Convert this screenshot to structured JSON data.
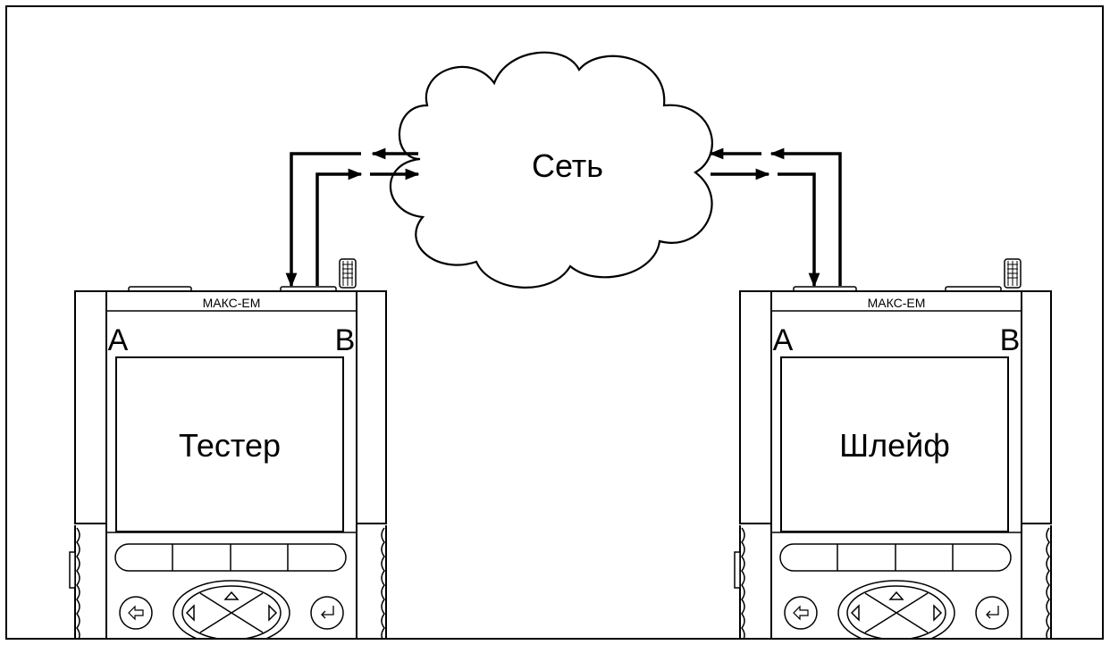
{
  "network": {
    "label": "Сеть"
  },
  "devices": {
    "left": {
      "model": "МАКС-ЕМ",
      "port_a": "A",
      "port_b": "B",
      "role": "Тестер"
    },
    "right": {
      "model": "МАКС-ЕМ",
      "port_a": "A",
      "port_b": "B",
      "role": "Шлейф"
    }
  },
  "colors": {
    "line": "#000000",
    "background": "#ffffff"
  }
}
